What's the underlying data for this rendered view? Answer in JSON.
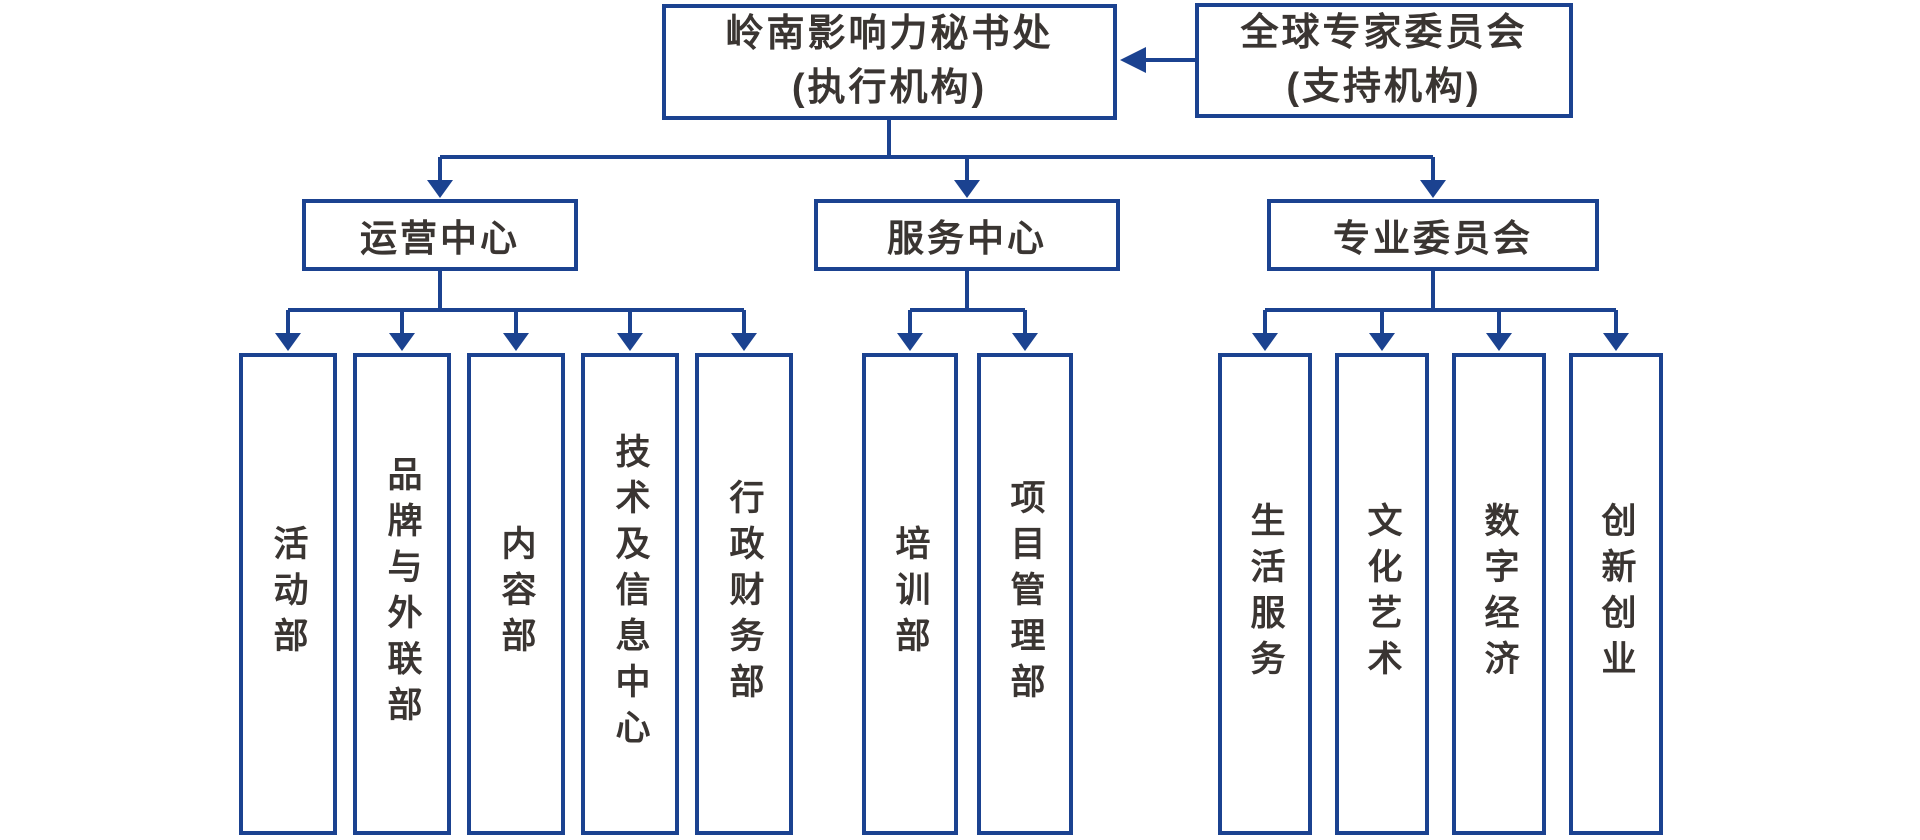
{
  "colors": {
    "line": "#1b4290",
    "text": "#3a3532",
    "background": "#ffffff"
  },
  "org": {
    "executive": {
      "name": "岭南影响力秘书处",
      "role": "(执行机构)"
    },
    "support": {
      "name": "全球专家委员会",
      "role": "(支持机构)"
    },
    "centers": [
      {
        "name": "运营中心",
        "departments": [
          "活动部",
          "品牌与外联部",
          "内容部",
          "技术及信息中心",
          "行政财务部"
        ]
      },
      {
        "name": "服务中心",
        "departments": [
          "培训部",
          "项目管理部"
        ]
      },
      {
        "name": "专业委员会",
        "departments": [
          "生活服务",
          "文化艺术",
          "数字经济",
          "创新创业"
        ]
      }
    ]
  }
}
